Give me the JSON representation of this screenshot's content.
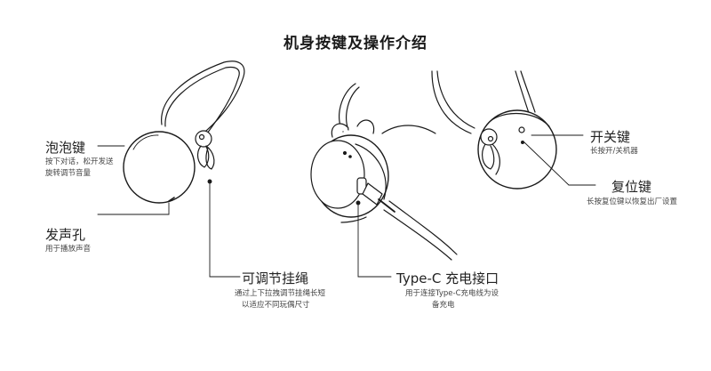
{
  "title": "机身按键及操作介绍",
  "callouts": {
    "bubble_key": {
      "label": "泡泡键",
      "desc_lines": [
        "按下对话，松开发送",
        "旋转调节音量"
      ]
    },
    "speaker_hole": {
      "label": "发声孔",
      "desc_lines": [
        "用于播放声音"
      ]
    },
    "lanyard": {
      "label": "可调节挂绳",
      "desc_lines": [
        "通过上下拉拽调节挂绳长短",
        "以适应不同玩偶尺寸"
      ]
    },
    "typec_port": {
      "label": "Type-C 充电接口",
      "desc_lines": [
        "用于连接Type-C充电线为设",
        "备充电"
      ]
    },
    "power_key": {
      "label": "开关键",
      "desc_lines": [
        "长按开/关机器"
      ]
    },
    "reset_key": {
      "label": "复位键",
      "desc_lines": [
        "长按复位键以恢复出厂设置"
      ]
    }
  },
  "colors": {
    "line": "#1a1a1a",
    "text": "#222222",
    "desc": "#444444"
  }
}
